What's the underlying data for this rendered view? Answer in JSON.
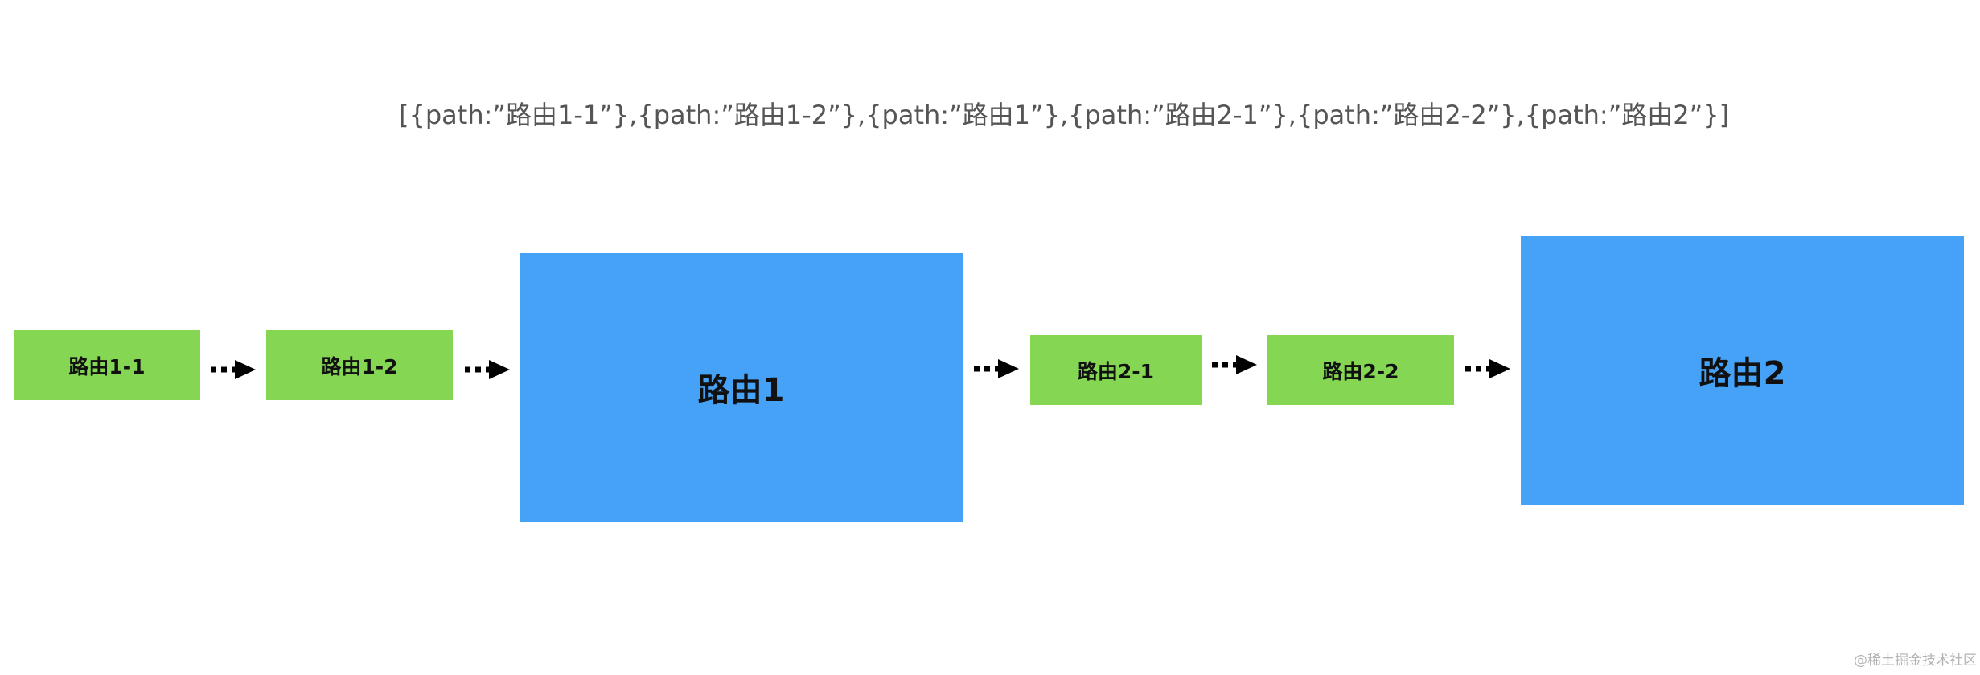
{
  "caption": "[{path:”路由1-1”},{path:”路由1-2”},{path:”路由1”},{path:”路由2-1”},{path:”路由2-2”},{path:”路由2”}]",
  "nodes": {
    "n1_1": "路由1-1",
    "n1_2": "路由1-2",
    "n1": "路由1",
    "n2_1": "路由2-1",
    "n2_2": "路由2-2",
    "n2": "路由2"
  },
  "colors": {
    "child_fill": "#84d653",
    "parent_fill": "#45a2f7",
    "text": "#111111",
    "arrow": "#000000"
  },
  "watermark": "@稀土掘金技术社区"
}
